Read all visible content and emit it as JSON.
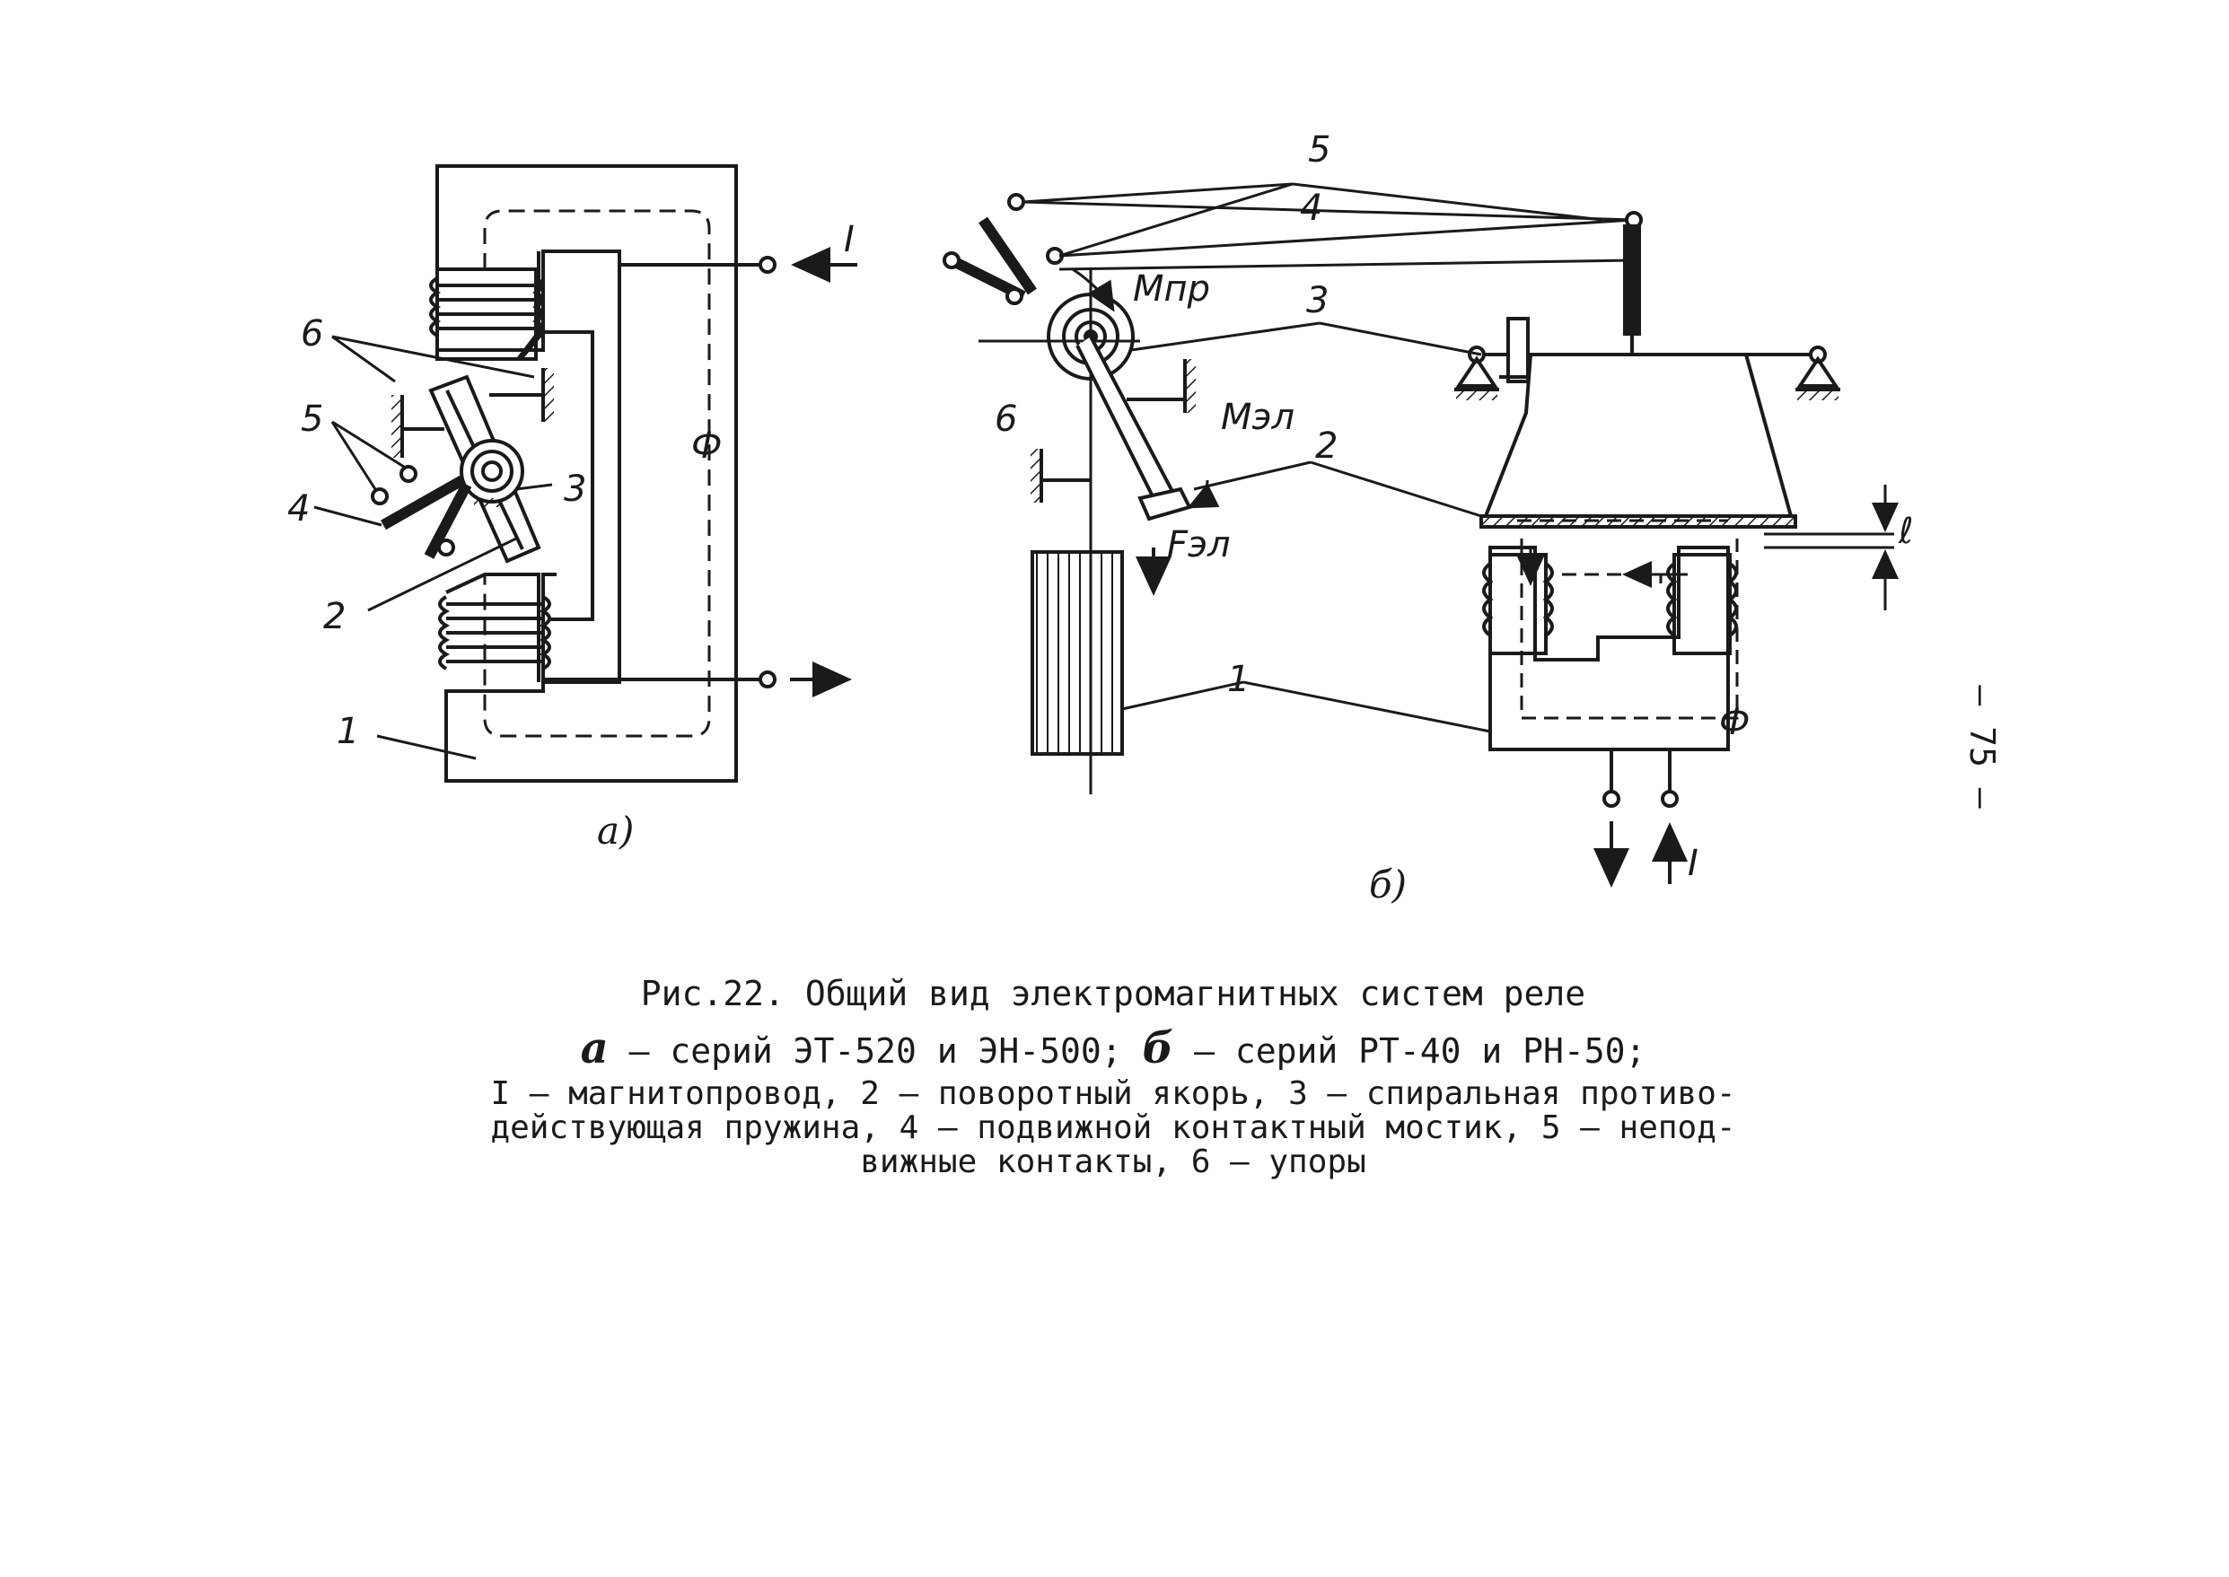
{
  "figure": {
    "a": {
      "sublabel": "а)",
      "labels": {
        "l1": "1",
        "l2": "2",
        "l3": "3",
        "l4": "4",
        "l5": "5",
        "l6": "6"
      },
      "current": "I",
      "flux": "Ф"
    },
    "b": {
      "sublabel": "б)",
      "labels": {
        "l1": "1",
        "l2": "2",
        "l3": "3",
        "l4": "4",
        "l5": "5",
        "l6": "6"
      },
      "m_spring": "Мпр",
      "m_el": "Мэл",
      "f_el": "Fэл",
      "gap": "ℓ",
      "current": "I",
      "flux": "Ф"
    }
  },
  "caption": {
    "title": "Рис.22. Общий вид электромагнитных систем реле",
    "series_a_letter": "а",
    "series_a": " – серий ЭТ-520 и ЭН-500; ",
    "series_b_letter": "б",
    "series_b": " – серий РТ-40 и РН-50;",
    "legend_line1": "I – магнитопровод, 2 – поворотный якорь, 3 – спиральная противо-",
    "legend_line2": "действующая пружина, 4 – подвижной контактный мостик, 5 – непод-",
    "legend_line3": "вижные контакты, 6 – упоры"
  },
  "page_number": "– 75 –"
}
